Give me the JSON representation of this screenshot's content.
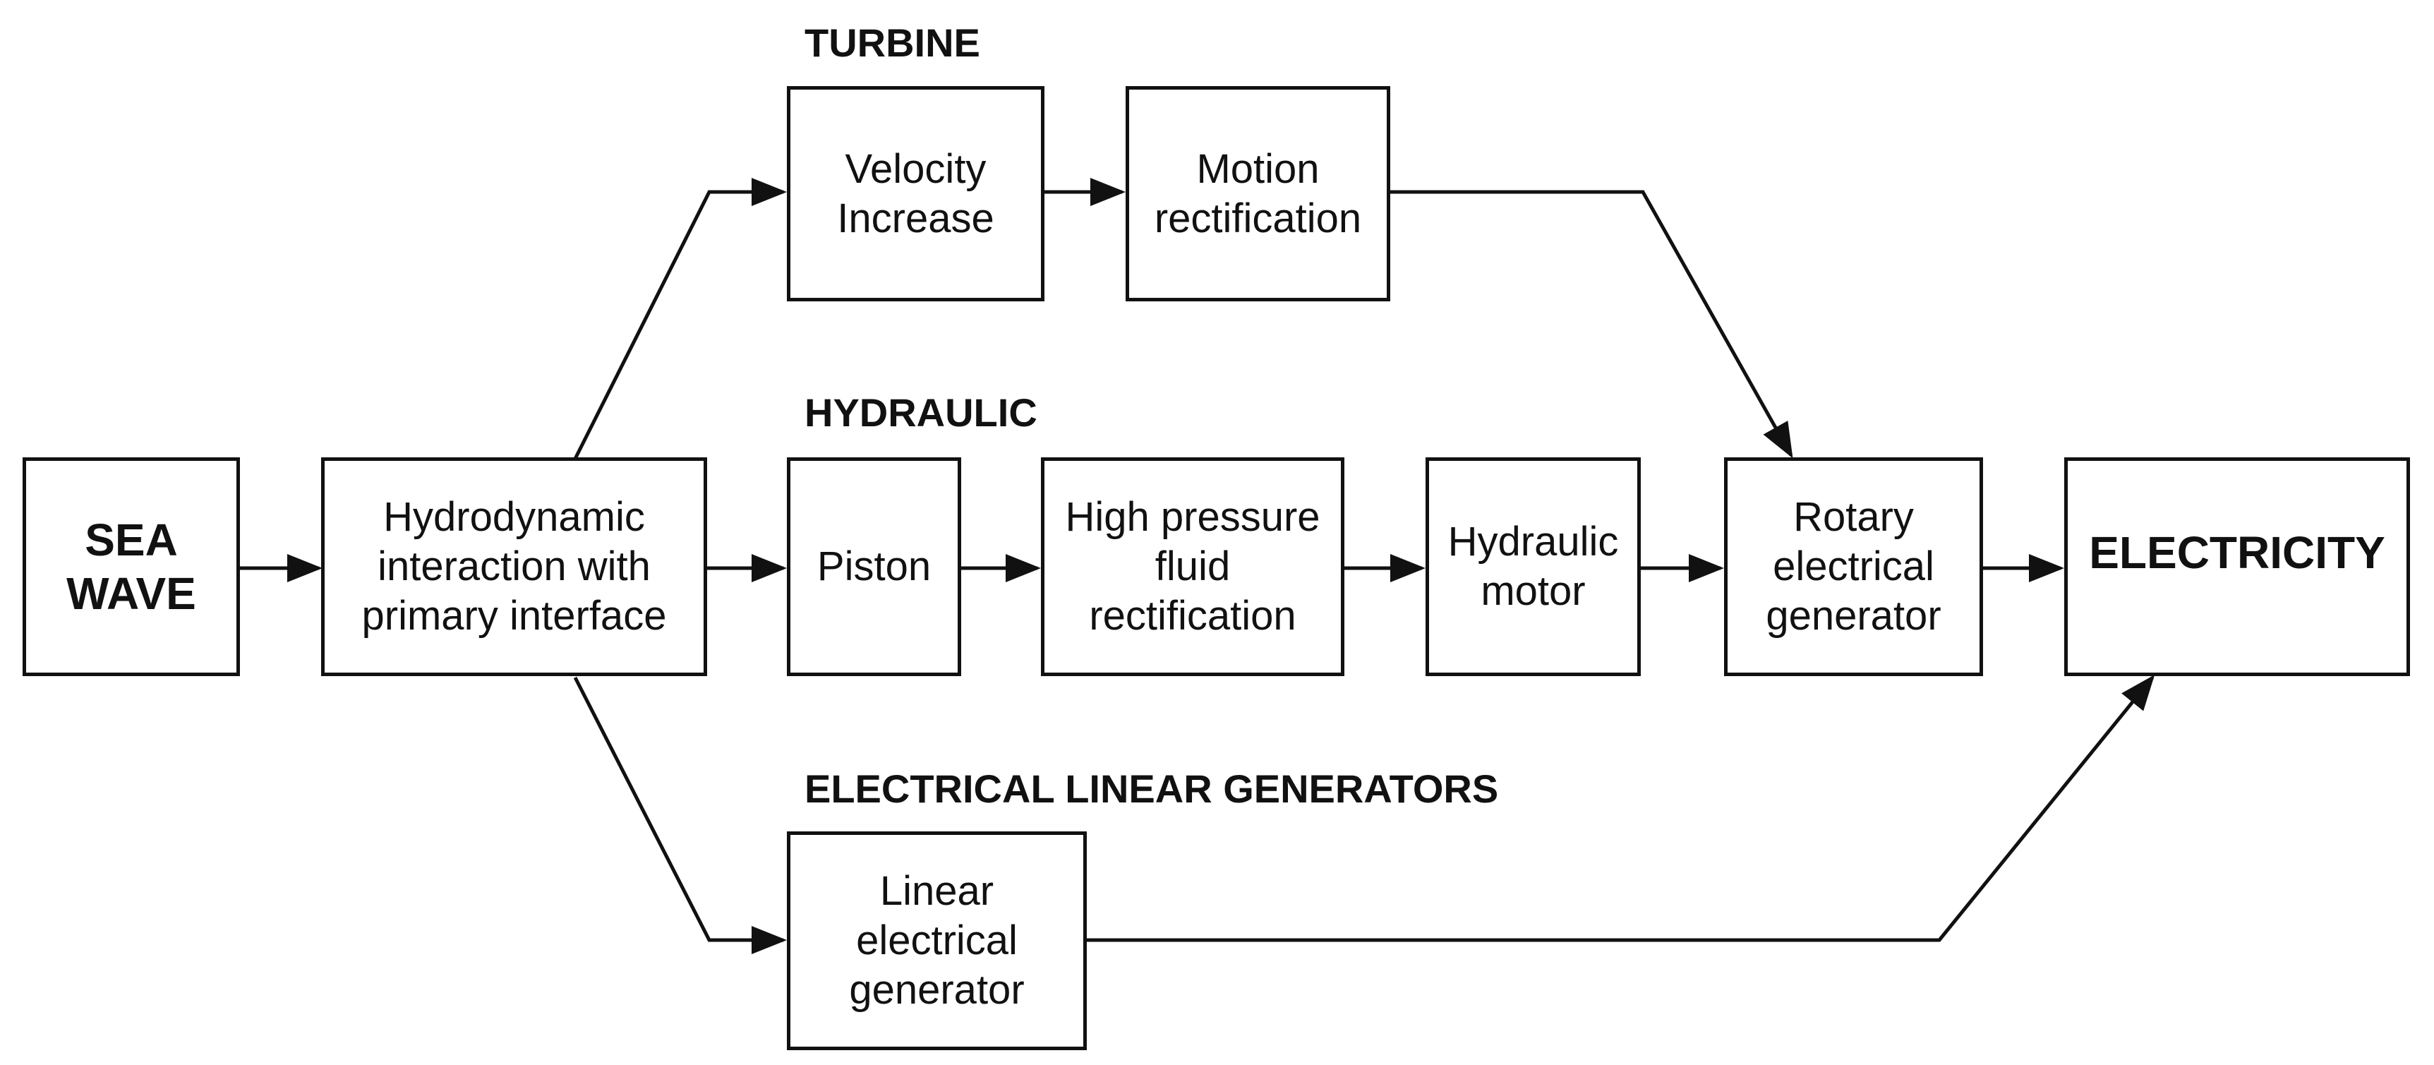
{
  "sections": {
    "turbine": "TURBINE",
    "hydraulic": "HYDRAULIC",
    "linear": "ELECTRICAL LINEAR GENERATORS"
  },
  "nodes": {
    "sea_wave": "SEA\nWAVE",
    "hydrodynamic": "Hydrodynamic\ninteraction with\nprimary interface",
    "velocity_increase": "Velocity\nIncrease",
    "motion_rectification": "Motion\nrectification",
    "piston": "Piston",
    "high_pressure": "High pressure\nfluid\nrectification",
    "hydraulic_motor": "Hydraulic\nmotor",
    "rotary_generator": "Rotary\nelectrical\ngenerator",
    "electricity": "ELECTRICITY",
    "linear_generator": "Linear\nelectrical\ngenerator"
  },
  "edges": [
    {
      "from": "sea_wave",
      "to": "hydrodynamic"
    },
    {
      "from": "hydrodynamic",
      "to": "velocity_increase"
    },
    {
      "from": "velocity_increase",
      "to": "motion_rectification"
    },
    {
      "from": "motion_rectification",
      "to": "rotary_generator"
    },
    {
      "from": "hydrodynamic",
      "to": "piston"
    },
    {
      "from": "piston",
      "to": "high_pressure"
    },
    {
      "from": "high_pressure",
      "to": "hydraulic_motor"
    },
    {
      "from": "hydraulic_motor",
      "to": "rotary_generator"
    },
    {
      "from": "rotary_generator",
      "to": "electricity"
    },
    {
      "from": "hydrodynamic",
      "to": "linear_generator"
    },
    {
      "from": "linear_generator",
      "to": "electricity"
    }
  ]
}
